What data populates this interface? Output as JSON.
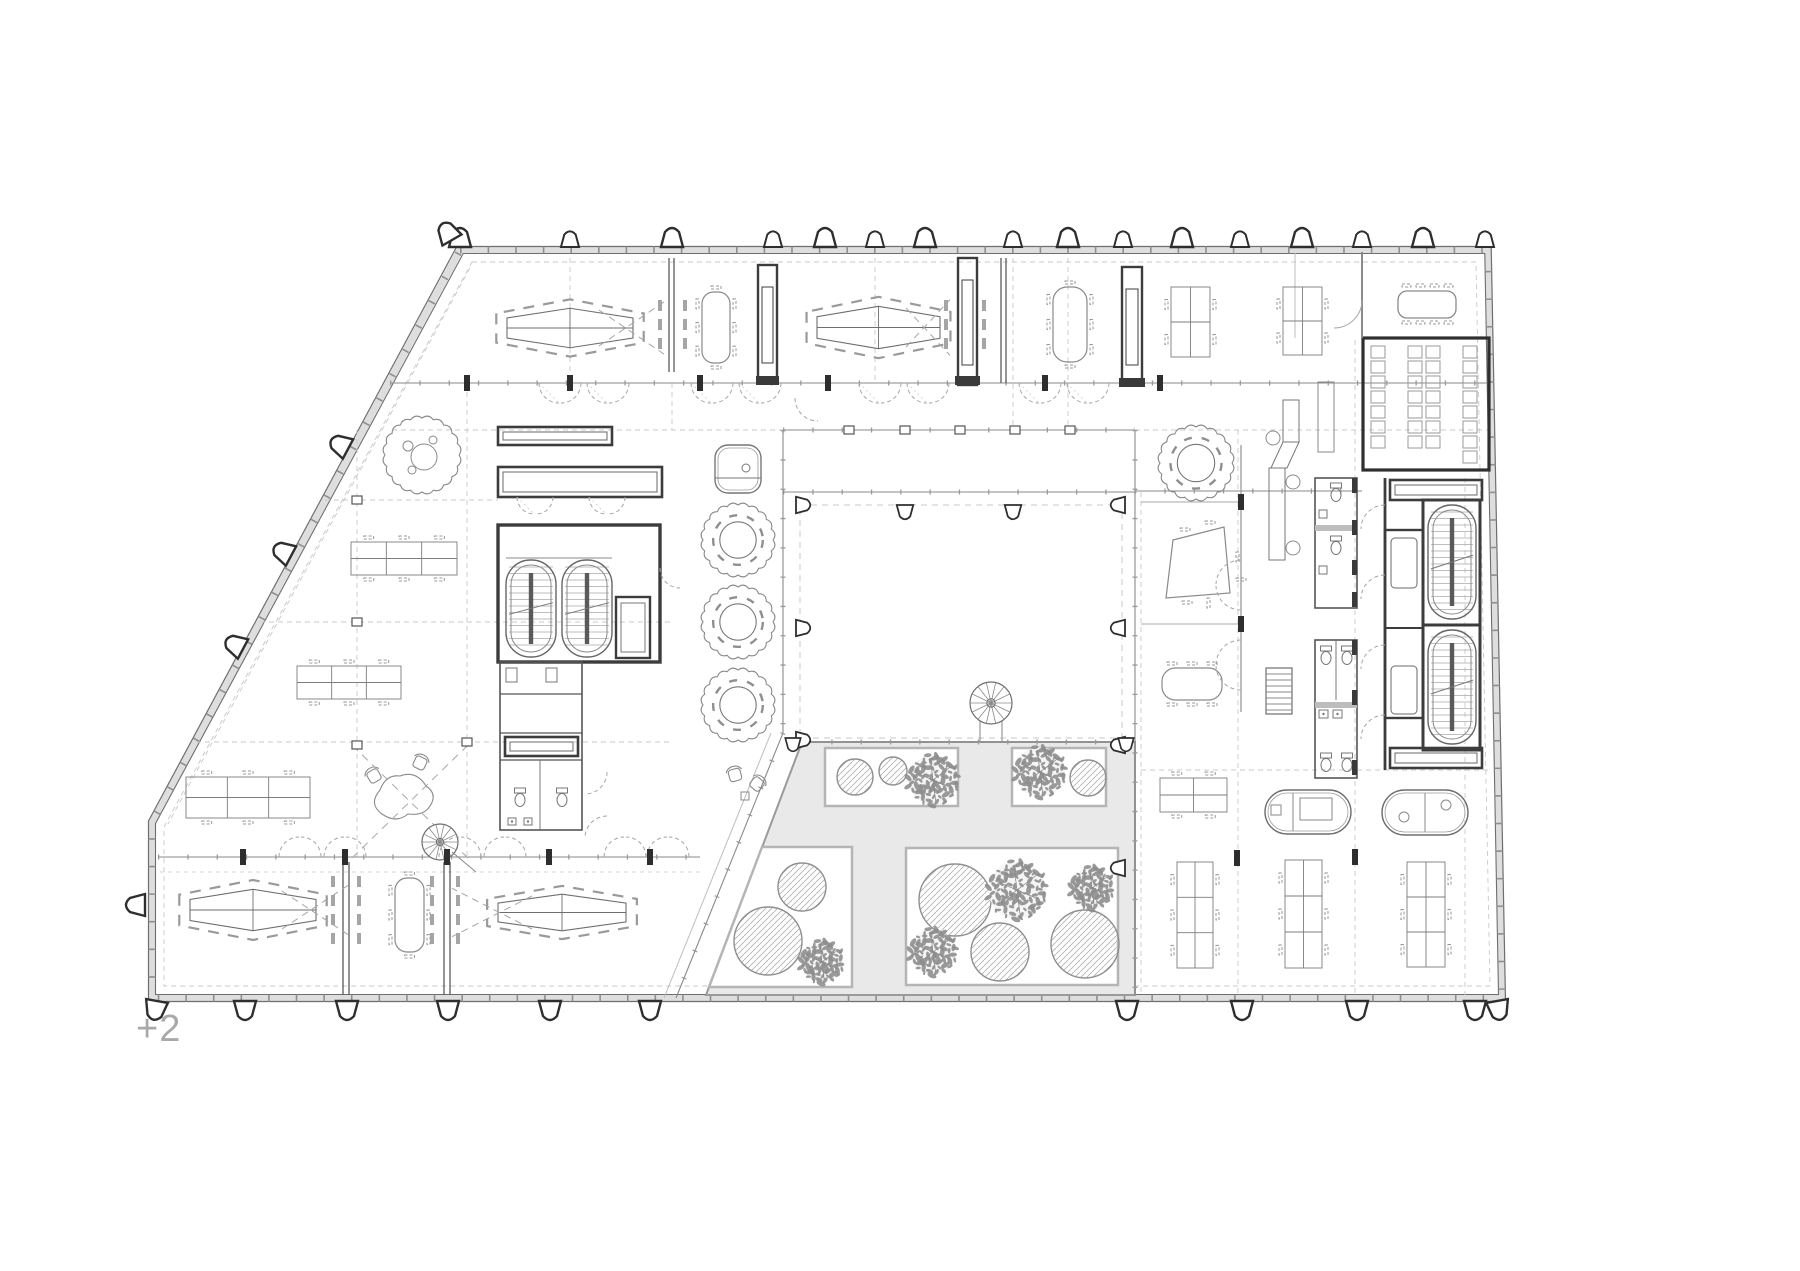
{
  "floor": {
    "label": "+2"
  },
  "drawing": {
    "kind": "architectural-floor-plan",
    "level": "+2"
  },
  "palette": {
    "paper": "#ffffff",
    "wall_dark": "#3c3c3c",
    "wall_mid": "#6e6e6e",
    "line": "#8a8a8a",
    "line_light": "#a8a8a8",
    "grid": "#c9c9c9",
    "poche": "#dedede",
    "ground": "#e9e9e9",
    "bed_border": "#b5b5b5",
    "hatch": "#b3b3b3",
    "tree": "#8c8c8c",
    "label": "#a9a9a9"
  }
}
